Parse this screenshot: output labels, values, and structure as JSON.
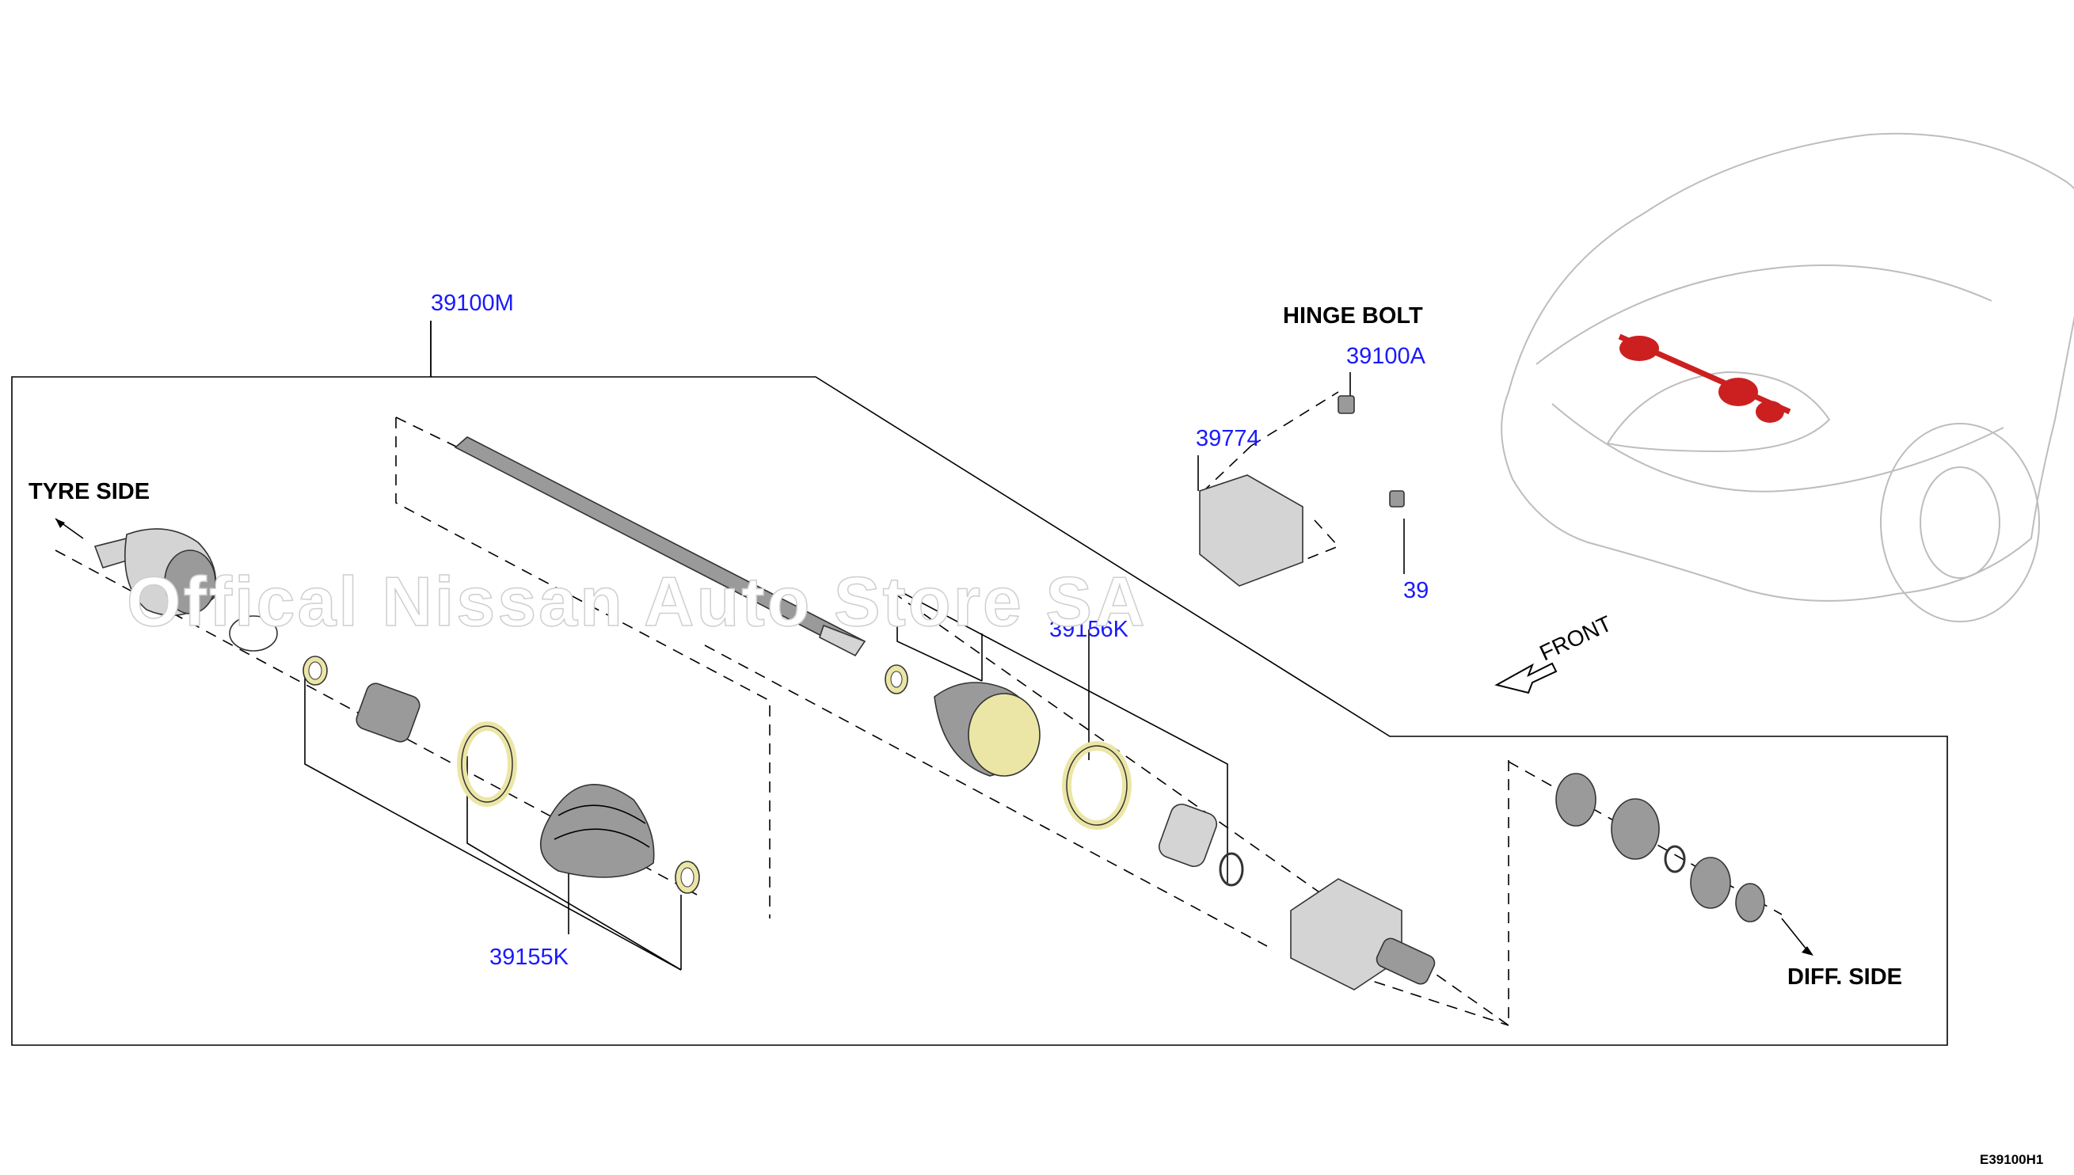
{
  "labels": {
    "main_assembly": "39100M",
    "hinge_bolt_part": "39100A",
    "bracket_part": "39774",
    "bracket_bolt_part": "39",
    "inner_boot_kit": "39156K",
    "outer_boot_kit": "39155K"
  },
  "captions": {
    "tyre_side": "TYRE SIDE",
    "diff_side": "DIFF. SIDE",
    "hinge_bolt": "HINGE BOLT",
    "front": "FRONT"
  },
  "diagram_code": "E39100H1",
  "watermark": "Offical Nissan Auto Store SA",
  "colors": {
    "part_number": "#1a1aff",
    "highlight": "#cc2020",
    "tan_part": "#ece6a6"
  }
}
